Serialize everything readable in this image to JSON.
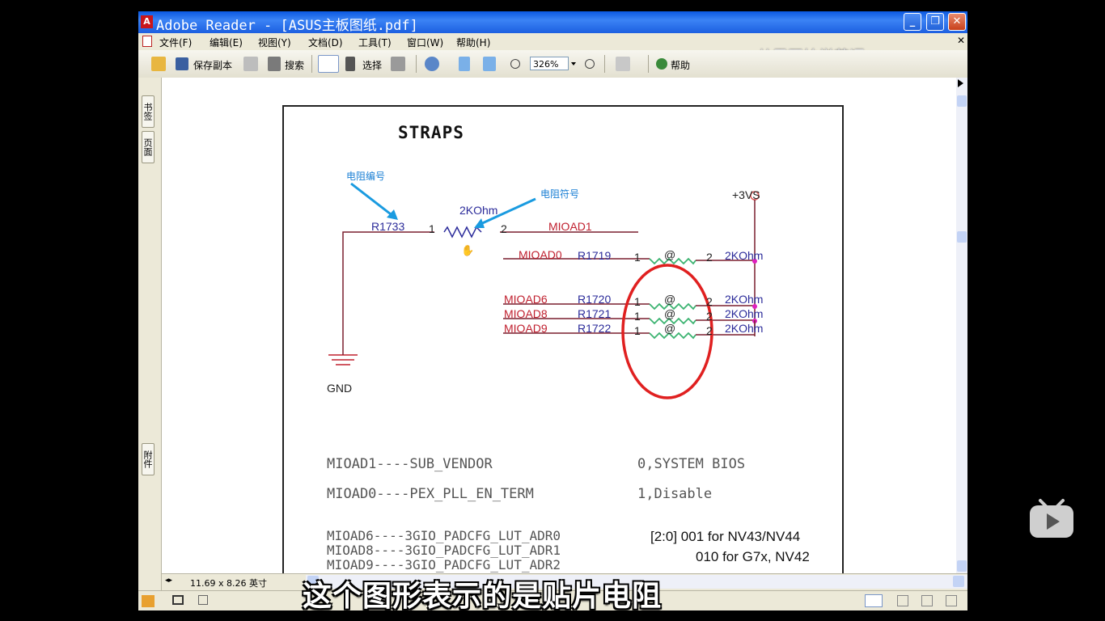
{
  "window": {
    "title": "Adobe Reader - [ASUS主板图纸.pdf]",
    "app_icon": "A",
    "buttons": {
      "minimize": "_",
      "restore": "❐",
      "close": "✕"
    }
  },
  "menu": {
    "items": [
      "文件(F)",
      "编辑(E)",
      "视图(Y)",
      "文档(D)",
      "工具(T)",
      "窗口(W)",
      "帮助(H)"
    ],
    "close_doc": "✕"
  },
  "watermark": "从零开始学英语",
  "toolbar": {
    "save_copy": "保存副本",
    "search": "搜索",
    "select": "选择",
    "zoom_value": "326%",
    "help": "帮助"
  },
  "nav_tabs": {
    "bookmarks": "书签",
    "pages": "页面",
    "attachments": "附件"
  },
  "status": {
    "page_size": "11.69 x 8.26 英寸"
  },
  "schematic": {
    "title": "STRAPS",
    "power_label": "+3VS",
    "gnd_label": "GND",
    "annot_ref": "电阻编号",
    "annot_symbol": "电阻符号",
    "top_resistor": {
      "ref": "R1733",
      "value": "2KOhm",
      "pin1": "1",
      "pin2": "2",
      "net": "MIOAD1"
    },
    "resistors": [
      {
        "net": "MIOAD0",
        "ref": "R1719",
        "pin1": "1",
        "marker": "@",
        "pin2": "2",
        "value": "2KOhm"
      },
      {
        "net": "MIOAD6",
        "ref": "R1720",
        "pin1": "1",
        "marker": "@",
        "pin2": "2",
        "value": "2KOhm"
      },
      {
        "net": "MIOAD8",
        "ref": "R1721",
        "pin1": "1",
        "marker": "@",
        "pin2": "2",
        "value": "2KOhm"
      },
      {
        "net": "MIOAD9",
        "ref": "R1722",
        "pin1": "1",
        "marker": "@",
        "pin2": "2",
        "value": "2KOhm"
      }
    ],
    "notes": {
      "line1_left": "MIOAD1----SUB_VENDOR",
      "line1_right": "0,SYSTEM BIOS",
      "line2_left": "MIOAD0----PEX_PLL_EN_TERM",
      "line2_right": "1,Disable",
      "line3_left": "MIOAD6----3GIO_PADCFG_LUT_ADR0",
      "line4_left": "MIOAD8----3GIO_PADCFG_LUT_ADR1",
      "line5_left": "MIOAD9----3GIO_PADCFG_LUT_ADR2",
      "line3_right": "[2:0]  001 for NV43/NV44",
      "line4_right": "010 for G7x, NV42"
    }
  },
  "subtitle": "这个图形表示的是贴片电阻",
  "colors": {
    "titlebar": "#1c5fe0",
    "wire": "#7a1f2e",
    "net_label": "#c0202f",
    "ref_label": "#2b2b9a",
    "resistor_smd": "#3cb371",
    "highlight_ellipse": "#e02020",
    "annotation_arrow": "#1a9be0",
    "junction": "#e020c0"
  }
}
